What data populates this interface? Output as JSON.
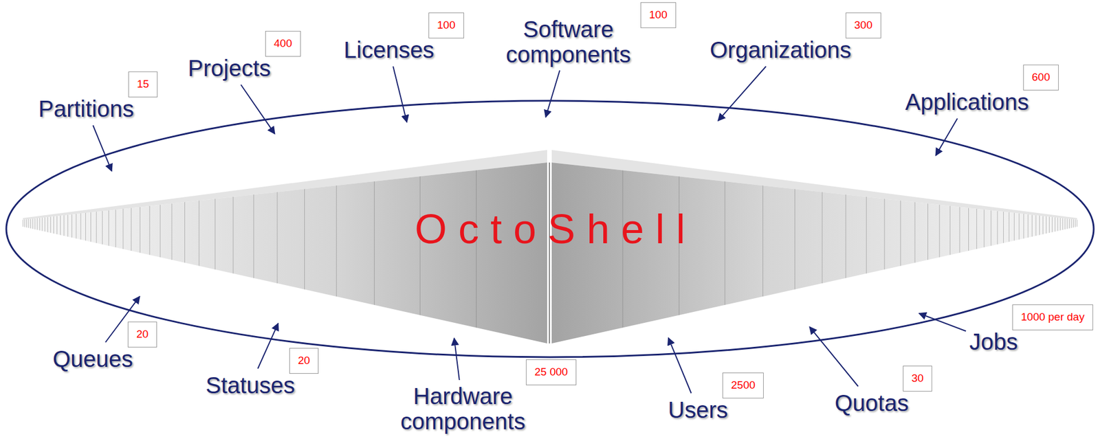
{
  "diagram": {
    "nodes": [
      {
        "text": [
          "Partitions",
          "15"
        ]
      },
      {
        "text": [
          "Projects",
          "400"
        ]
      },
      {
        "text": [
          "Licenses",
          "100"
        ]
      },
      {
        "text": [
          "Software components",
          "100"
        ]
      },
      {
        "text": [
          "Organizations",
          "300"
        ]
      },
      {
        "text": [
          "Applications",
          "600"
        ]
      },
      {
        "text": [
          "OctoShell"
        ]
      },
      {
        "text": [
          "Queues",
          "20"
        ]
      },
      {
        "text": [
          "Statuses",
          "20"
        ]
      },
      {
        "text": [
          "Hardware components",
          "25 000"
        ]
      },
      {
        "text": [
          "Users",
          "2500"
        ]
      },
      {
        "text": [
          "Quotas",
          "30"
        ]
      },
      {
        "text": [
          "Jobs",
          "1000 per day"
        ]
      }
    ],
    "edges": [
      {
        "from": 0,
        "to": 6,
        "arrow": "to"
      },
      {
        "from": 1,
        "to": 6,
        "arrow": "to"
      },
      {
        "from": 2,
        "to": 6,
        "arrow": "to"
      },
      {
        "from": 3,
        "to": 6,
        "arrow": "to"
      },
      {
        "from": 4,
        "to": 6,
        "arrow": "to"
      },
      {
        "from": 5,
        "to": 6,
        "arrow": "to"
      },
      {
        "from": 7,
        "to": 6,
        "arrow": "to"
      },
      {
        "from": 8,
        "to": 6,
        "arrow": "to"
      },
      {
        "from": 9,
        "to": 6,
        "arrow": "to"
      },
      {
        "from": 10,
        "to": 6,
        "arrow": "to"
      },
      {
        "from": 11,
        "to": 6,
        "arrow": "to"
      },
      {
        "from": 12,
        "to": 6,
        "arrow": "to"
      }
    ]
  }
}
